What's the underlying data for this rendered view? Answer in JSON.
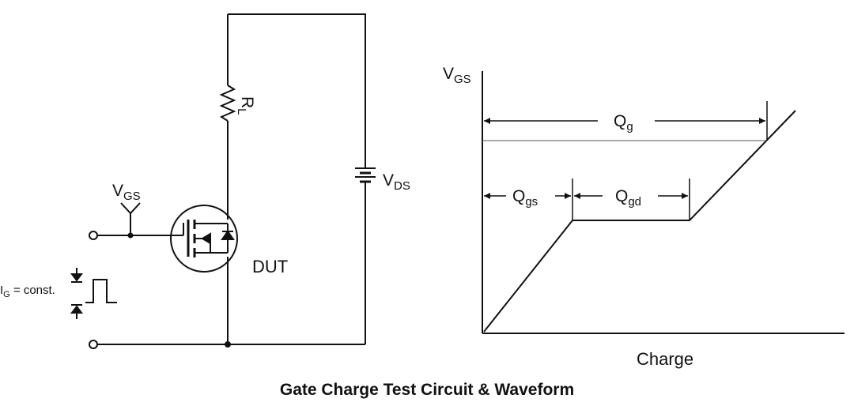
{
  "caption": "Gate Charge Test Circuit & Waveform",
  "circuit": {
    "vgs": {
      "main": "V",
      "sub": "GS"
    },
    "rl": {
      "main": "R",
      "sub": "L"
    },
    "vds": {
      "main": "V",
      "sub": "DS"
    },
    "dut": "DUT",
    "ig": {
      "main": "I",
      "sub": "G",
      "rest": " = const."
    }
  },
  "waveform": {
    "y_axis": {
      "main": "V",
      "sub": "GS"
    },
    "x_axis": "Charge",
    "qg": {
      "main": "Q",
      "sub": "g"
    },
    "qgs": {
      "main": "Q",
      "sub": "gs"
    },
    "qgd": {
      "main": "Q",
      "sub": "gd"
    }
  }
}
